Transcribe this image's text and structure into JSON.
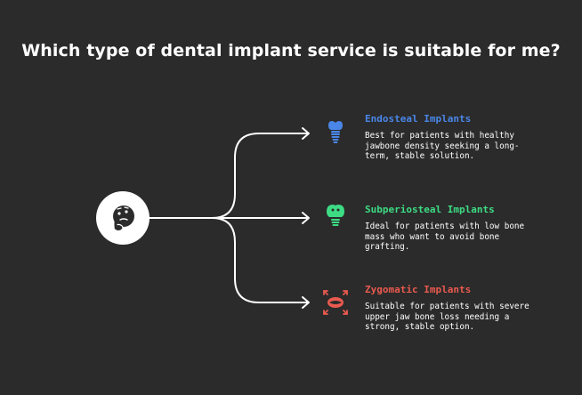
{
  "title": "Which type of dental implant service is suitable for me?",
  "center_icon": "thinking-face-icon",
  "options": [
    {
      "title": "Endosteal Implants",
      "description": "Best for patients with healthy jawbone density seeking a long-term, stable solution.",
      "color": "#4a86e8",
      "icon": "dental-implant-icon"
    },
    {
      "title": "Subperiosteal Implants",
      "description": "Ideal for patients with low bone mass who want to avoid bone grafting.",
      "color": "#3ddc84",
      "icon": "tooth-implant-icon"
    },
    {
      "title": "Zygomatic Implants",
      "description": "Suitable for patients with severe upper jaw bone loss needing a strong, stable option.",
      "color": "#ea5a4f",
      "icon": "jaw-expand-icon"
    }
  ],
  "colors": {
    "background": "#2b2b2b",
    "text": "#ffffff",
    "connector": "#ffffff"
  }
}
